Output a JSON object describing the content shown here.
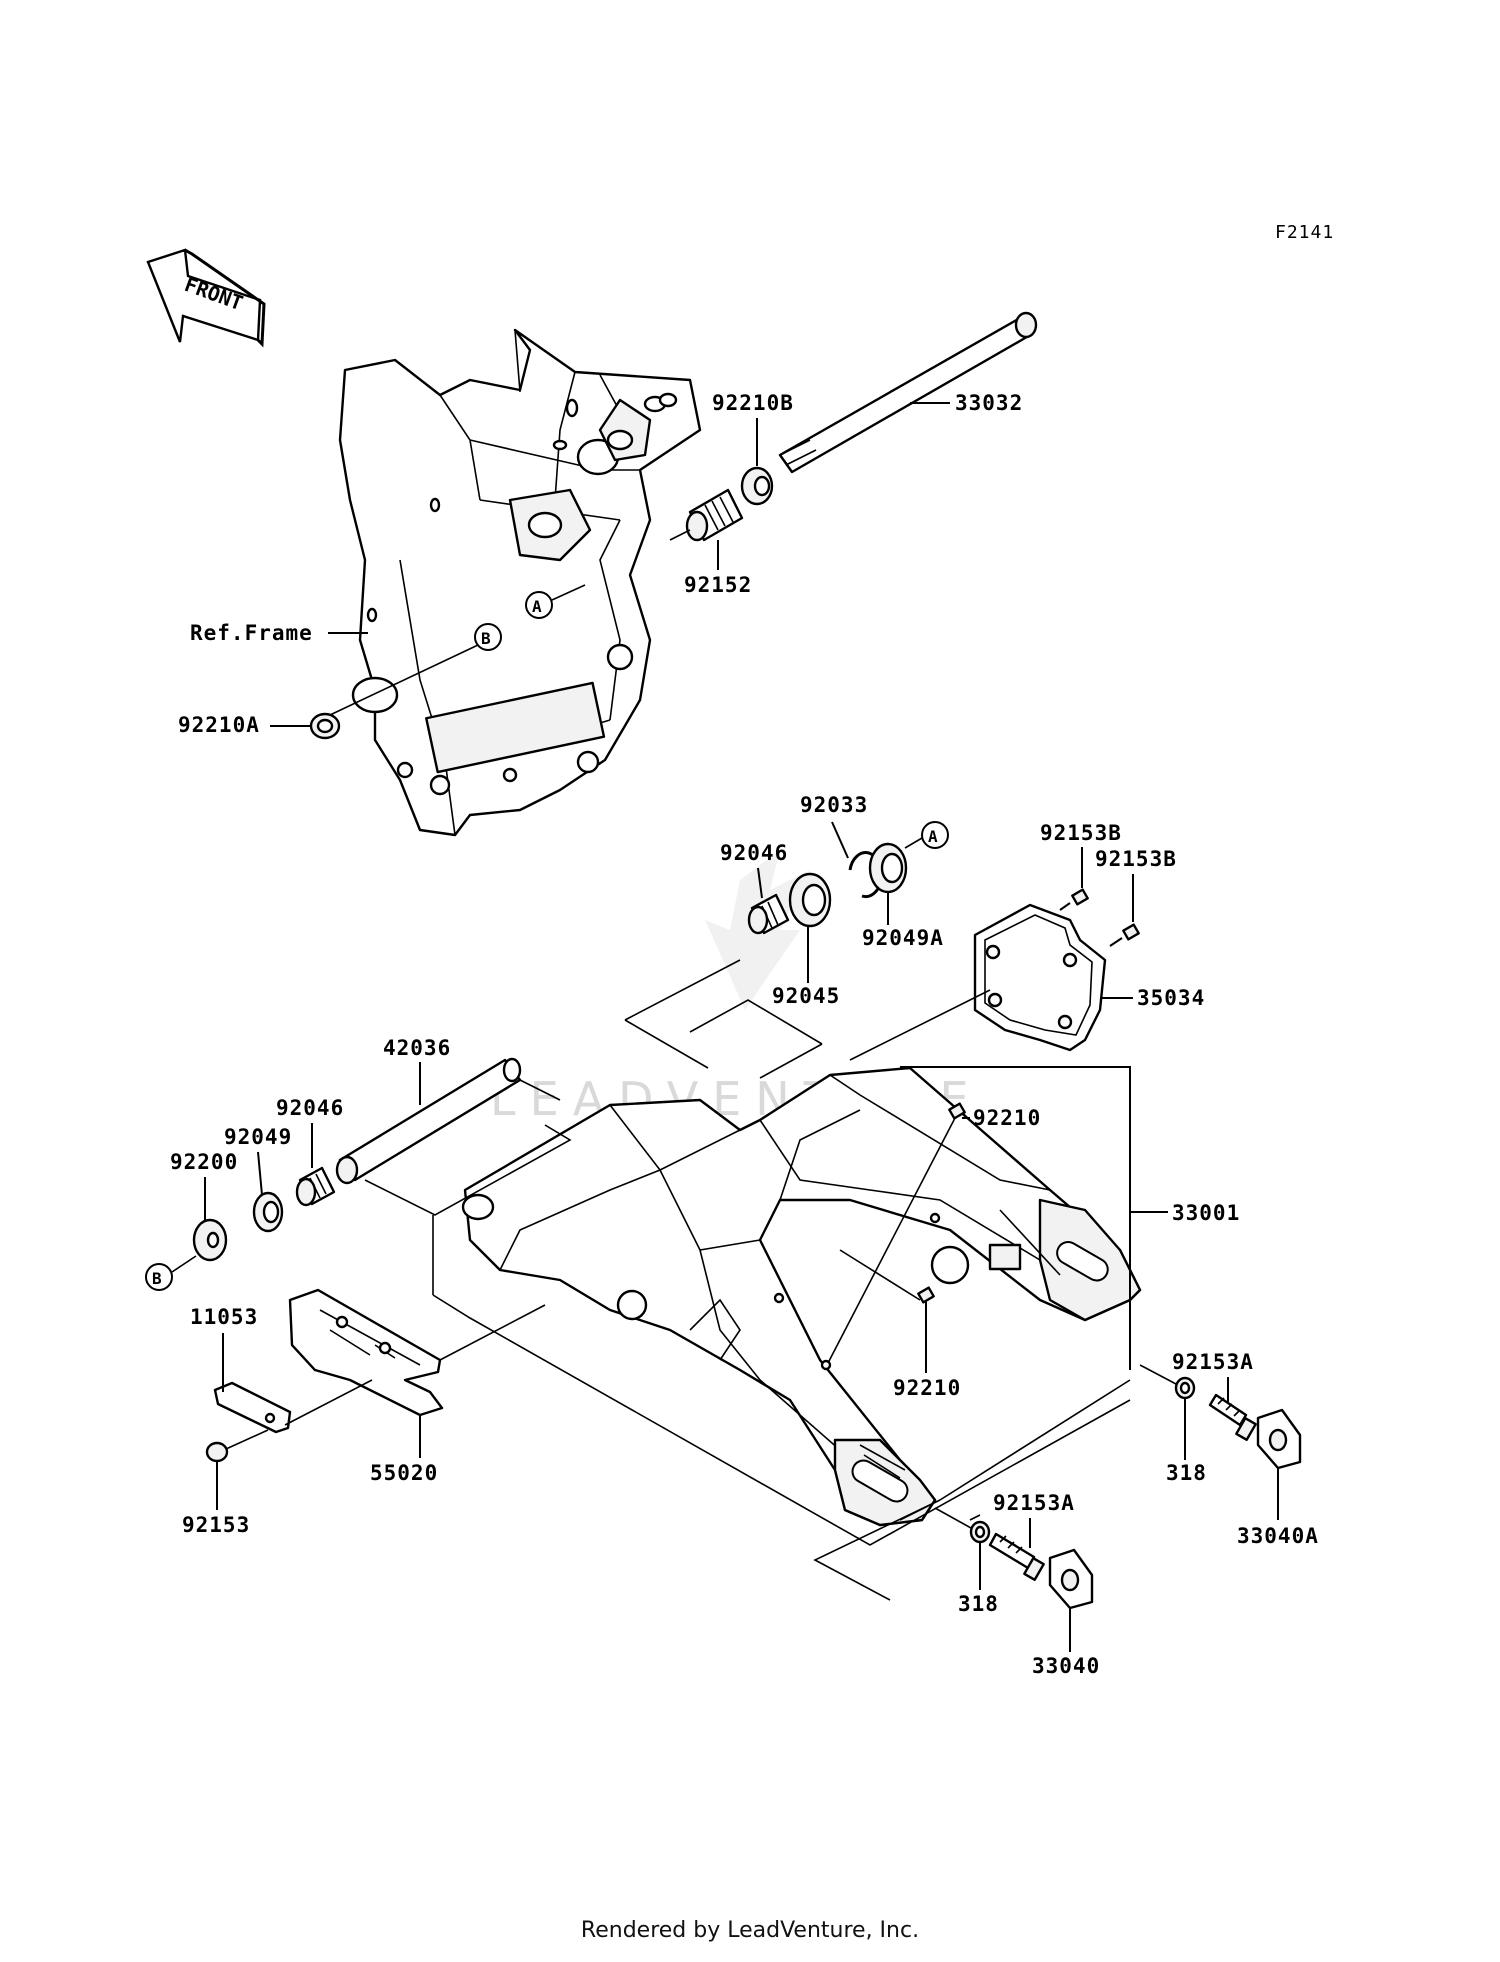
{
  "diagram_code": "F2141",
  "front_arrow_label": "FRONT",
  "ref_frame_label": "Ref.Frame",
  "watermark": "LEADVENTURE",
  "callouts": {
    "a_upper": "A",
    "a_lower": "A",
    "b_upper": "B",
    "b_lower": "B"
  },
  "parts": {
    "p33032": "33032",
    "p92210B": "92210B",
    "p92152": "92152",
    "p92210A": "92210A",
    "p92033": "92033",
    "p92046_upper": "92046",
    "p92049A": "92049A",
    "p92045": "92045",
    "p92153B_1": "92153B",
    "p92153B_2": "92153B",
    "p35034": "35034",
    "p42036": "42036",
    "p92046_lower": "92046",
    "p92049": "92049",
    "p92200": "92200",
    "p92210_upper": "92210",
    "p33001": "33001",
    "p11053": "11053",
    "p92210_lower": "92210",
    "p92153A_right": "92153A",
    "p318_right": "318",
    "p33040A": "33040A",
    "p55020": "55020",
    "p92153": "92153",
    "p92153A_lower": "92153A",
    "p318_lower": "318",
    "p33040": "33040"
  },
  "footer": "Rendered by LeadVenture, Inc."
}
